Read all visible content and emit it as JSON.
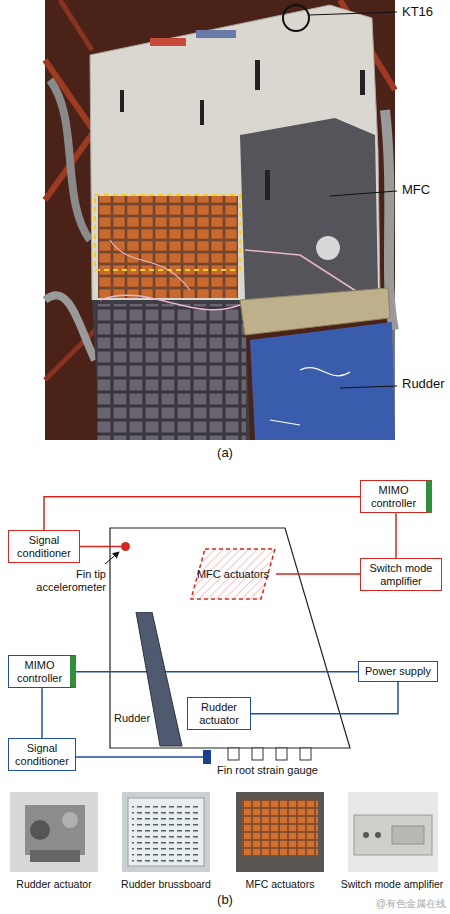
{
  "diagram": {
    "nodes": [
      {
        "text": [
          "MIMO controller"
        ]
      },
      {
        "text": [
          "Signal conditioner"
        ]
      },
      {
        "text": [
          "Fin tip accelerometer"
        ]
      },
      {
        "text": [
          "MFC actuators"
        ]
      },
      {
        "text": [
          "Switch mode amplifier"
        ]
      },
      {
        "text": [
          "MIMO controller"
        ]
      },
      {
        "text": [
          "Power supply"
        ]
      },
      {
        "text": [
          "Rudder"
        ]
      },
      {
        "text": [
          "Rudder actuator"
        ]
      },
      {
        "text": [
          "Signal conditioner"
        ]
      },
      {
        "text": [
          "Fin root strain gauge"
        ]
      }
    ],
    "edges": [
      {
        "from": 1,
        "to": 0,
        "arrow": "none"
      },
      {
        "from": 0,
        "to": 4,
        "arrow": "none"
      },
      {
        "from": 4,
        "to": 3,
        "arrow": "none"
      },
      {
        "from": 1,
        "to": 2,
        "arrow": "none"
      },
      {
        "from": 5,
        "to": 6,
        "arrow": "none"
      },
      {
        "from": 6,
        "to": 8,
        "arrow": "none"
      },
      {
        "from": 5,
        "to": 9,
        "arrow": "none"
      },
      {
        "from": 9,
        "to": 10,
        "arrow": "none"
      }
    ],
    "labels": [
      "KT16",
      "MFC",
      "Rudder",
      "(a)",
      "Rudder actuator",
      "Rudder brussboard",
      "MFC actuators",
      "Switch mode amplifier",
      "(b)",
      "@有色金属在线"
    ]
  }
}
